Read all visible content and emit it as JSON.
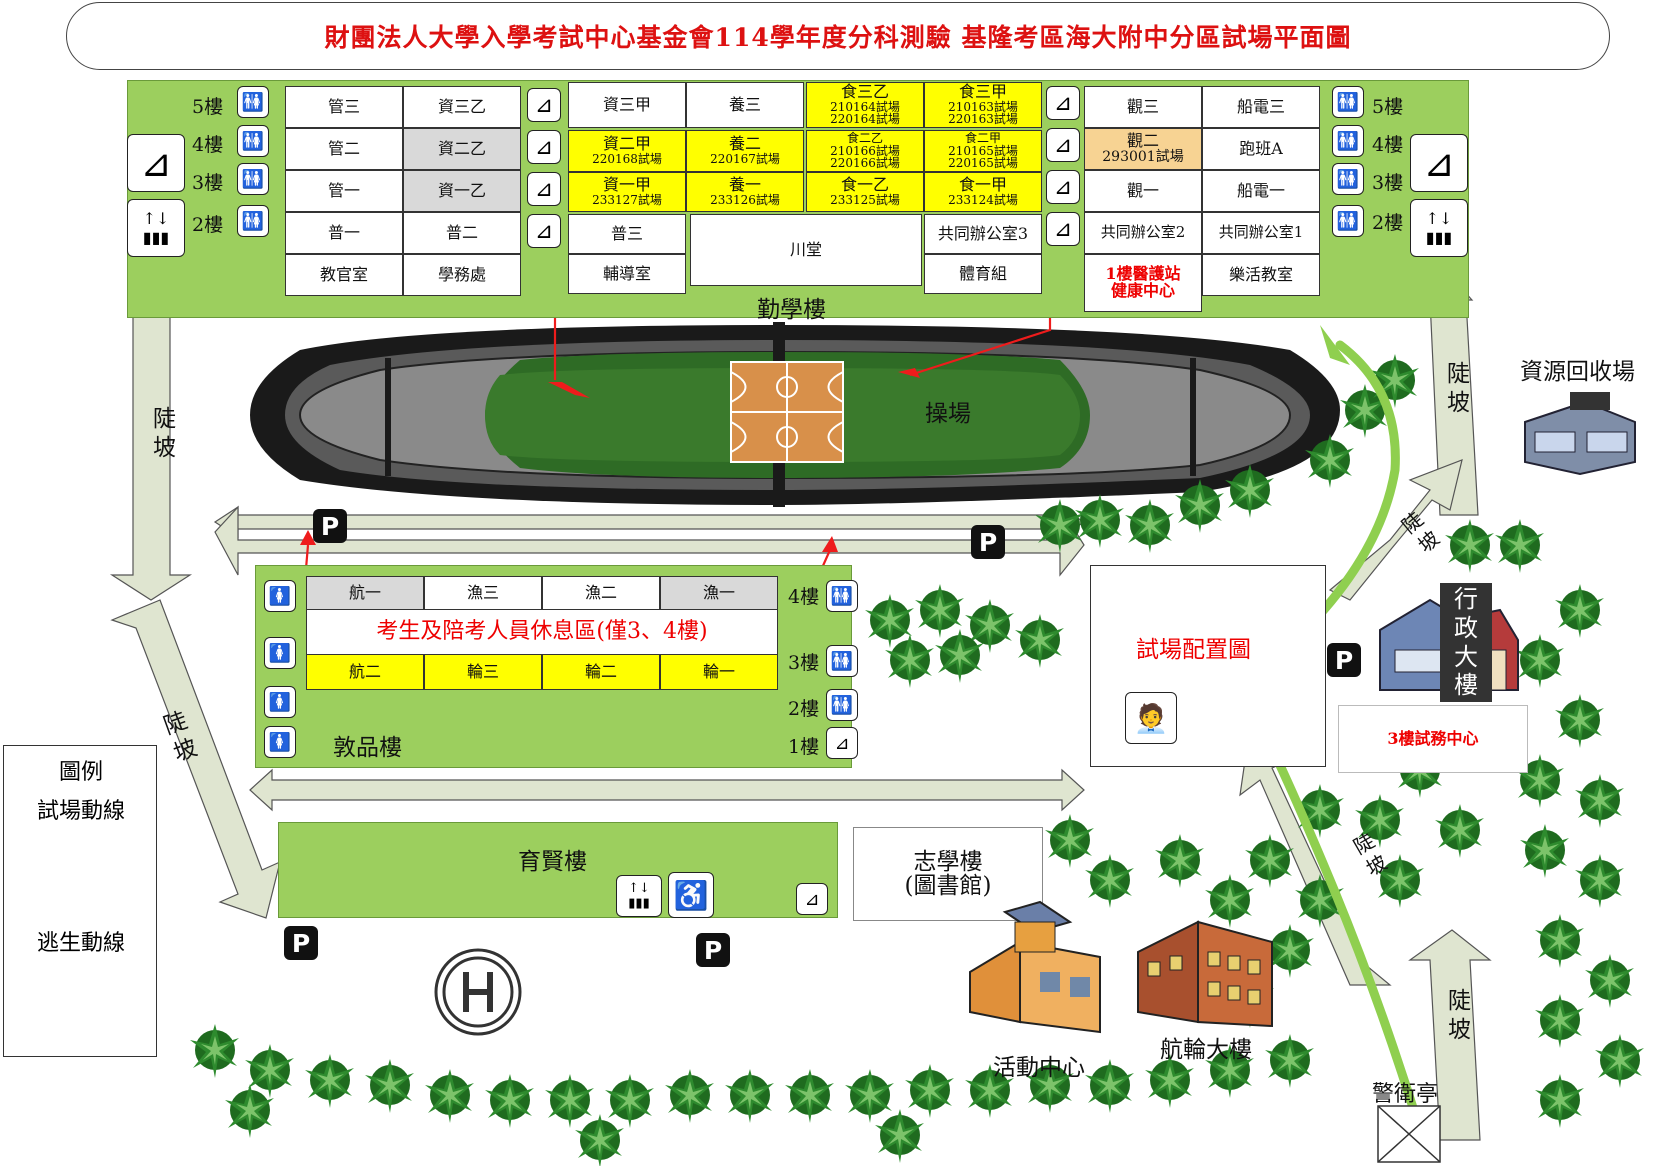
{
  "title": "財團法人大學入學考試中心基金會114學年度分科測驗 基隆考區海大附中分區試場平面圖",
  "qinxue": {
    "name": "勤學樓",
    "floors": [
      "5樓",
      "4樓",
      "3樓",
      "2樓"
    ],
    "floors_right": [
      "5樓",
      "4樓",
      "3樓",
      "2樓"
    ],
    "left_block": [
      [
        "管三",
        "資三乙"
      ],
      [
        "管二",
        "資二乙"
      ],
      [
        "管一",
        "資一乙"
      ],
      [
        "普一",
        "普二"
      ],
      [
        "教官室",
        "學務處"
      ]
    ],
    "mid_row5": [
      "資三甲",
      "養三"
    ],
    "mid_row5_yellow": [
      [
        "食三乙",
        "210164試場",
        "220164試場"
      ],
      [
        "食三甲",
        "210163試場",
        "220163試場"
      ]
    ],
    "mid_row4": [
      [
        "資二甲",
        "220168試場"
      ],
      [
        "養二",
        "220167試場"
      ],
      [
        "食二乙",
        "210166試場",
        "220166試場"
      ],
      [
        "食二甲",
        "210165試場",
        "220165試場"
      ]
    ],
    "mid_row3": [
      [
        "資一甲",
        "233127試場"
      ],
      [
        "養一",
        "233126試場"
      ],
      [
        "食一乙",
        "233125試場"
      ],
      [
        "食一甲",
        "233124試場"
      ]
    ],
    "mid_row2": [
      "普三",
      "共同辦公室3"
    ],
    "mid_row1": [
      "輔導室",
      "川堂",
      "體育組"
    ],
    "right_block": {
      "r5": [
        "觀三",
        "船電三"
      ],
      "r4": [
        [
          "觀二",
          "293001試場"
        ],
        "跑班A"
      ],
      "r3": [
        "觀一",
        "船電一"
      ],
      "r2": [
        "共同辦公室2",
        "共同辦公室1"
      ],
      "r1": [
        [
          "1樓醫護站",
          "健康中心"
        ],
        "樂活教室"
      ]
    }
  },
  "field": {
    "name": "操場"
  },
  "dunpin": {
    "name": "敦品樓",
    "row4": [
      "航一",
      "漁三",
      "漁二",
      "漁一"
    ],
    "rest_area": "考生及陪考人員休息區(僅3、4樓)",
    "row3": [
      "航二",
      "輪三",
      "輪二",
      "輪一"
    ],
    "floors": [
      "4樓",
      "3樓",
      "2樓",
      "1樓"
    ]
  },
  "yuxian": {
    "name": "育賢樓"
  },
  "zhixue": {
    "name": "志學樓",
    "sub": "(圖書館)"
  },
  "exam_layout": "試場配置圖",
  "admin": {
    "name": "行政大樓",
    "center": "3樓試務中心"
  },
  "recycle": "資源回收場",
  "activity": "活動中心",
  "hanglun": "航輪大樓",
  "guard": "警衛亭",
  "slope": "陡坡",
  "legend": {
    "title": "圖例",
    "exam_route": "試場動線",
    "escape_route": "逃生動線"
  },
  "colors": {
    "building": "#9ccf5e",
    "exam_room": "#ffff00",
    "route_green": "#8fcf4f",
    "route_red": "#ee1c1c"
  }
}
